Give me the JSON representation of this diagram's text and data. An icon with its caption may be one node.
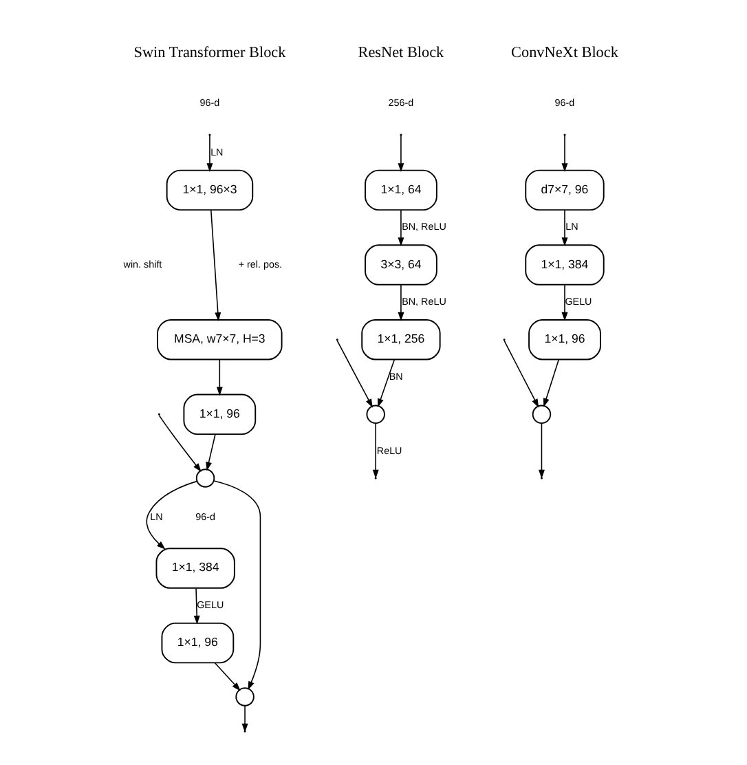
{
  "diagram": {
    "nodes": [
      {
        "text": [
          "1×1, 96×3"
        ]
      },
      {
        "text": [
          "MSA, w7×7, H=3"
        ]
      },
      {
        "text": [
          "1×1, 96"
        ]
      },
      {
        "text": [],
        "shape": "circle"
      },
      {
        "text": [
          "1×1, 384"
        ]
      },
      {
        "text": [
          "1×1, 96"
        ]
      },
      {
        "text": [],
        "shape": "circle"
      },
      {
        "text": [
          "1×1, 64"
        ]
      },
      {
        "text": [
          "3×3, 64"
        ]
      },
      {
        "text": [
          "1×1, 256"
        ]
      },
      {
        "text": [],
        "shape": "circle"
      },
      {
        "text": [
          "d7×7, 96"
        ]
      },
      {
        "text": [
          "1×1, 384"
        ]
      },
      {
        "text": [
          "1×1, 96"
        ]
      },
      {
        "text": [],
        "shape": "circle"
      }
    ],
    "edges": [
      {
        "from": null,
        "to": 0,
        "arrow": "to",
        "label": "LN"
      },
      {
        "from": 0,
        "to": 1,
        "arrow": "to"
      },
      {
        "from": 1,
        "to": 2,
        "arrow": "to"
      },
      {
        "from": 2,
        "to": 3,
        "arrow": "to"
      },
      {
        "from": null,
        "to": 3,
        "arrow": "to"
      },
      {
        "from": 3,
        "to": 4,
        "arrow": "to",
        "label": "LN"
      },
      {
        "from": 3,
        "to": 6,
        "arrow": "to"
      },
      {
        "from": 4,
        "to": 5,
        "arrow": "to",
        "label": "GELU"
      },
      {
        "from": 5,
        "to": 6,
        "arrow": "to"
      },
      {
        "from": 6,
        "to": null,
        "arrow": "to"
      },
      {
        "from": null,
        "to": 7,
        "arrow": "to"
      },
      {
        "from": null,
        "to": 10,
        "arrow": "to"
      },
      {
        "from": 7,
        "to": 8,
        "arrow": "to",
        "label": "BN, ReLU"
      },
      {
        "from": 8,
        "to": 9,
        "arrow": "to",
        "label": "BN, ReLU"
      },
      {
        "from": 9,
        "to": 10,
        "arrow": "to",
        "label": "BN"
      },
      {
        "from": 10,
        "to": null,
        "arrow": "to",
        "label": "ReLU"
      },
      {
        "from": null,
        "to": 11,
        "arrow": "to"
      },
      {
        "from": null,
        "to": 14,
        "arrow": "to"
      },
      {
        "from": 11,
        "to": 12,
        "arrow": "to",
        "label": "LN"
      },
      {
        "from": 12,
        "to": 13,
        "arrow": "to",
        "label": "GELU"
      },
      {
        "from": 13,
        "to": 14,
        "arrow": "to"
      },
      {
        "from": 14,
        "to": null,
        "arrow": "to"
      }
    ],
    "labels": [
      "Swin Transformer Block",
      "96-d",
      "+ rel. pos.",
      "win. shift",
      "96-d",
      "ResNet Block",
      "256-d",
      "ConvNeXt Block",
      "96-d"
    ]
  }
}
